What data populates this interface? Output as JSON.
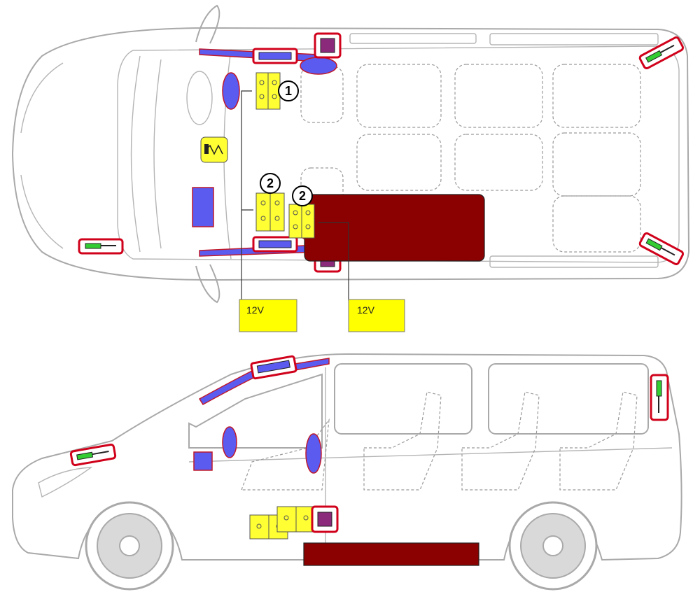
{
  "colors": {
    "outline": "#a9a9a9",
    "airbag": "#5b5bf0",
    "airbag_border": "#c0192b",
    "highlight_box": "#d0021b",
    "battery": "#ffff33",
    "control_unit": "#8b2a7a",
    "high_voltage_pack": "#8b0000",
    "gas_strut": "#33cc33",
    "label_fill": "#ffff00"
  },
  "labels": {
    "voltage_left": "12V",
    "voltage_right": "12V",
    "marker_1": "1",
    "marker_2a": "2",
    "marker_2b": "2"
  },
  "icons": {
    "battery": "battery-icon",
    "seatbelt_tensioner": "pretensioner-icon",
    "gas_strut": "gas-strut-icon",
    "control_unit": "control-unit-icon"
  }
}
